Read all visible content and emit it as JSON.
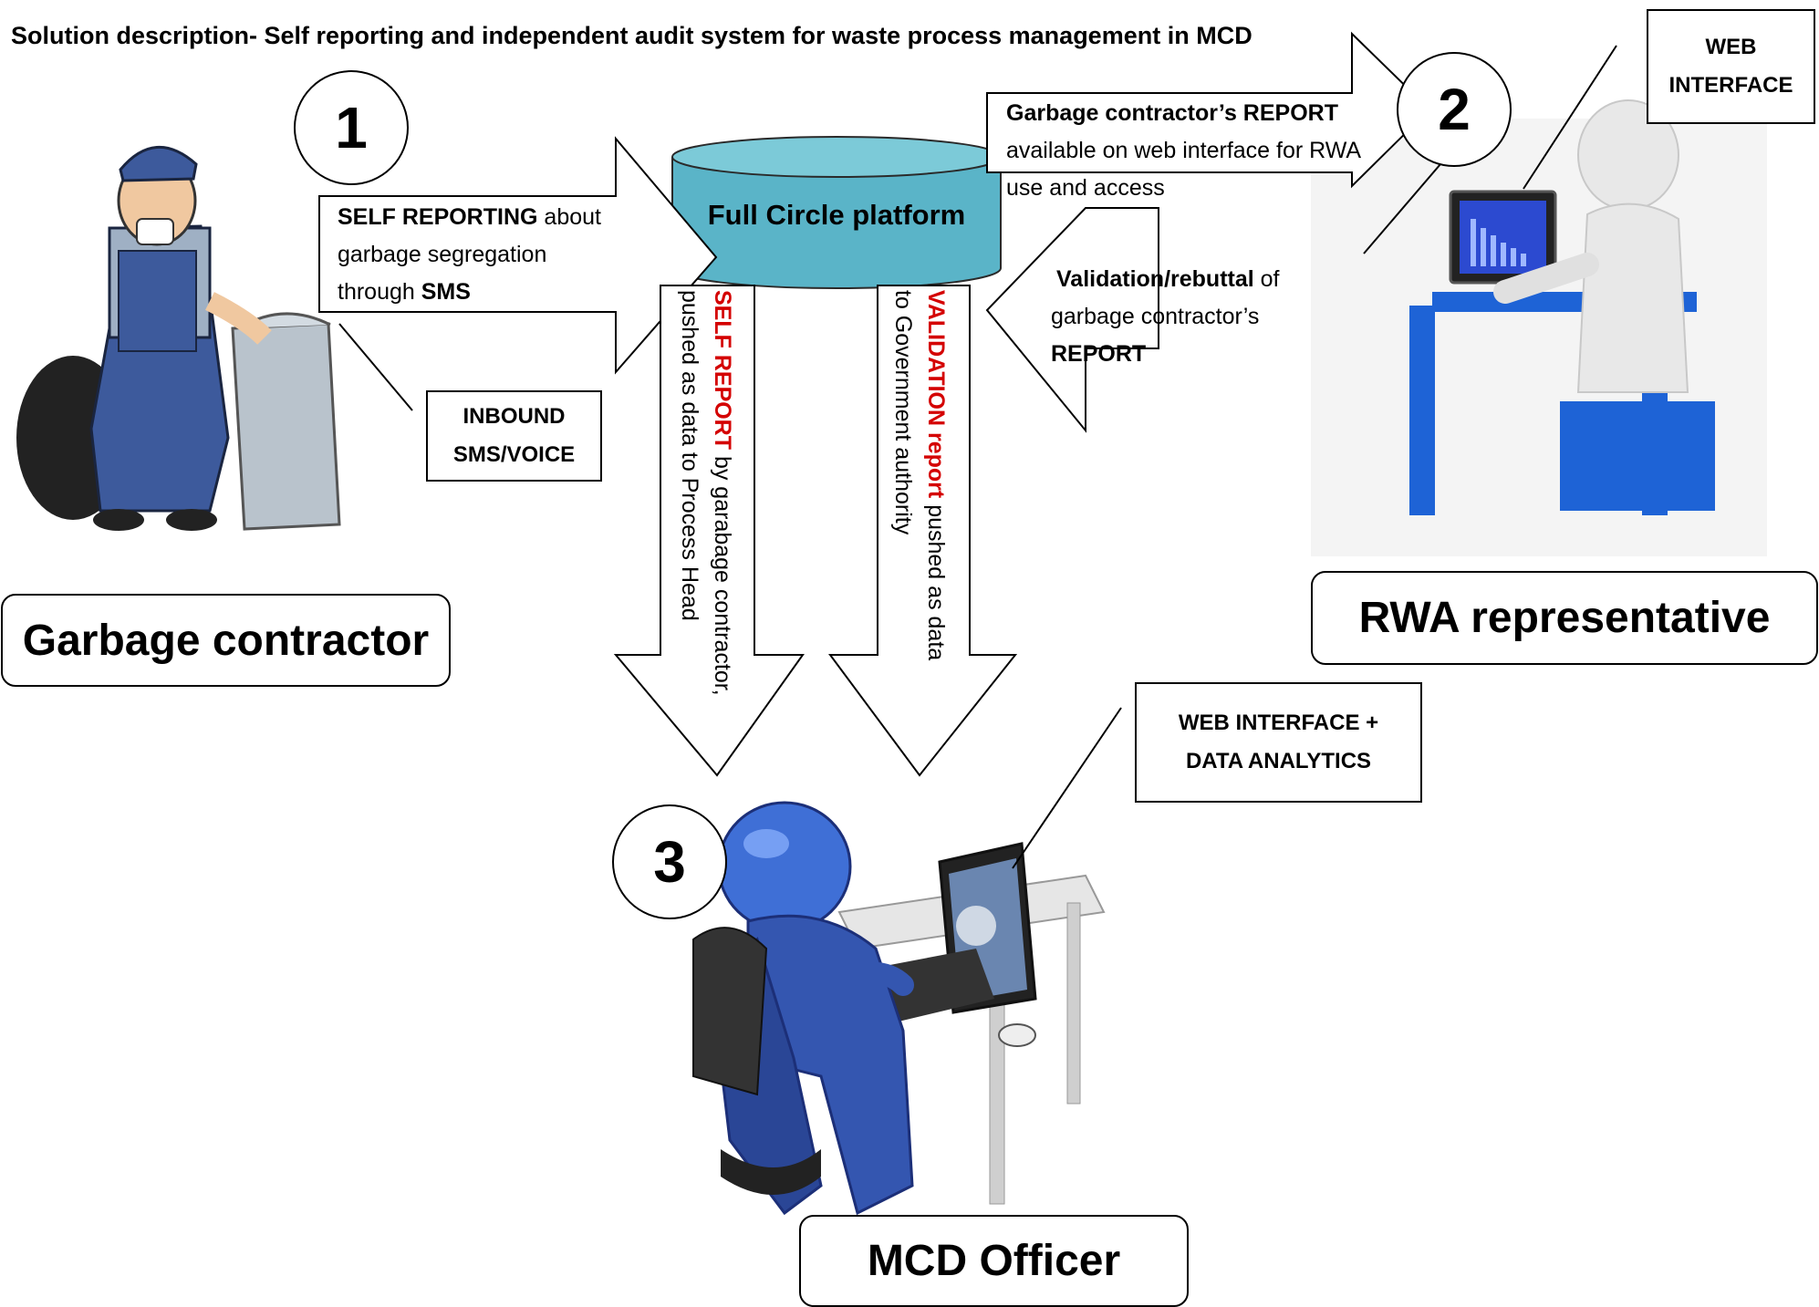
{
  "title": "Solution description- Self reporting and independent audit system for waste process management in MCD",
  "steps": {
    "one": "1",
    "two": "2",
    "three": "3"
  },
  "platform": {
    "label": "Full Circle platform"
  },
  "self_reporting": {
    "bold": "SELF REPORTING",
    "rest1": " about",
    "line2": "garbage segregation",
    "line3a": "through ",
    "line3b": "SMS"
  },
  "inbound": {
    "line1": "INBOUND",
    "line2": "SMS/VOICE"
  },
  "contractor_report": {
    "bold": "Garbage contractor’s REPORT",
    "line2": "available on web interface for RWA",
    "line3": "use and access"
  },
  "validation": {
    "bold": "Validation/rebuttal",
    "rest1": " of",
    "line2": "garbage contractor’s",
    "line3": "REPORT"
  },
  "self_report_vertical": {
    "red": "SELF REPORT",
    "rest": " by garabage contractor,",
    "line2": "pushed as data to Process Head"
  },
  "validation_vertical": {
    "red": "VALIDATION report",
    "rest": " pushed as data",
    "line2": "to Government authority"
  },
  "web_interface": {
    "line1": "WEB",
    "line2": "INTERFACE"
  },
  "web_analytics": {
    "line1": "WEB INTERFACE +",
    "line2": "DATA ANALYTICS"
  },
  "actors": {
    "contractor": "Garbage contractor",
    "rwa": "RWA representative",
    "officer": "MCD Officer"
  },
  "colors": {
    "platform_fill": "#5ab4c8",
    "accent_red": "#d40000",
    "desk_blue": "#2a6fd0",
    "officer_blue": "#3456b0"
  }
}
